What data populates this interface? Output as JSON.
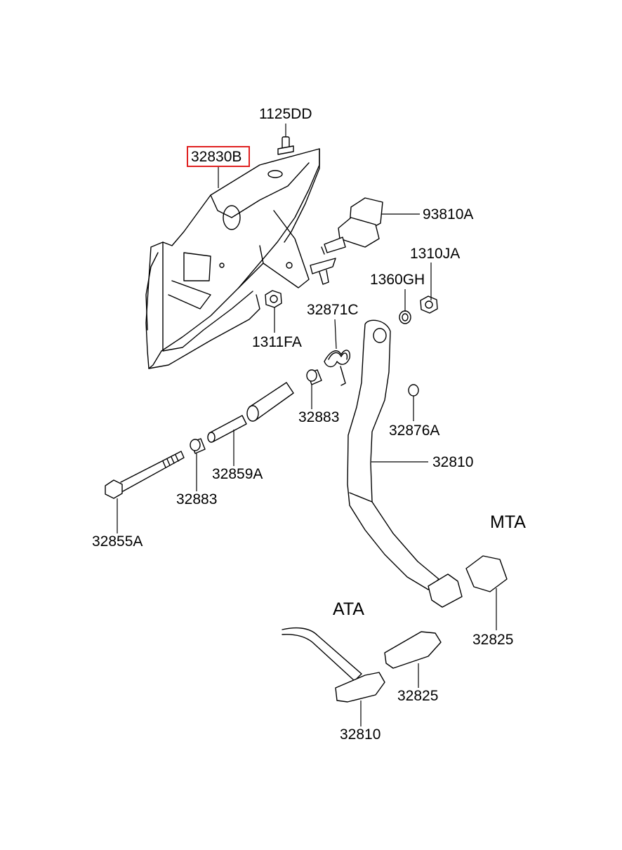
{
  "labels": {
    "p1125DD": "1125DD",
    "p32830B": "32830B",
    "p93810A": "93810A",
    "p1310JA": "1310JA",
    "p1360GH": "1360GH",
    "p32871C": "32871C",
    "p1311FA": "1311FA",
    "p32883_upper": "32883",
    "p32876A": "32876A",
    "p32810_main": "32810",
    "p32859A": "32859A",
    "p32883_lower": "32883",
    "p32855A": "32855A",
    "p32825_mta": "32825",
    "p32825_ata": "32825",
    "p32810_ata": "32810"
  },
  "variants": {
    "mta": "MTA",
    "ata": "ATA"
  },
  "highlight": {
    "part": "32830B",
    "color": "#e02020"
  }
}
